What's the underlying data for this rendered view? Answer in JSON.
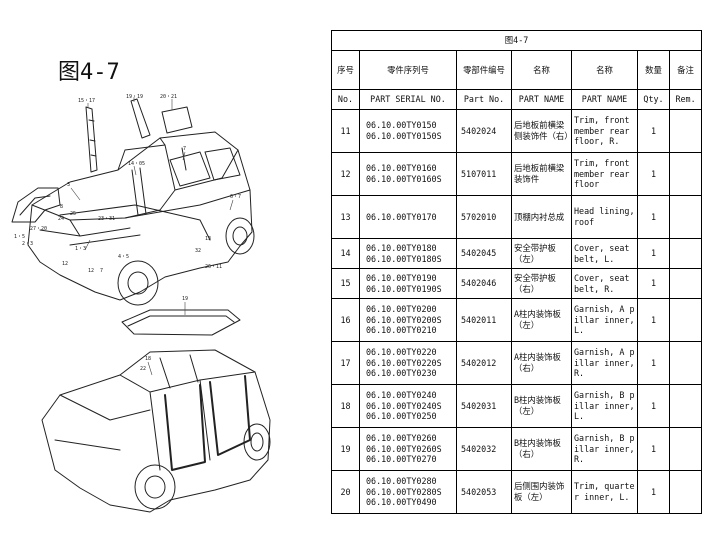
{
  "figure": {
    "label": "图4-7",
    "callouts": [
      "15・17",
      "19・19",
      "20・21",
      "14・05",
      "7",
      "6・7",
      "3",
      "8",
      "24",
      "1・5",
      "27・20",
      "25",
      "1・3",
      "23・31",
      "4・5",
      "7",
      "13",
      "12",
      "32",
      "26・11",
      "12",
      "2・3",
      "19",
      "18",
      "22"
    ]
  },
  "table": {
    "title": "图4-7",
    "header_cn": {
      "no": "序号",
      "serial": "零件序列号",
      "part_no": "零部件编号",
      "name_cn": "名称",
      "name_en": "名称",
      "qty": "数量",
      "rem": "备注"
    },
    "header_en": {
      "no": "No.",
      "serial": "PART SERIAL NO.",
      "part_no": "Part No.",
      "name_cn": "PART NAME",
      "name_en": "PART NAME",
      "qty": "Qty.",
      "rem": "Rem."
    },
    "rows": [
      {
        "no": "11",
        "serials": [
          "06.10.00TY0150",
          "06.10.00TY0150S"
        ],
        "part_no": "5402024",
        "name_cn": "后地板前横梁侧装饰件（右）",
        "name_en": "Trim, front member rear floor, R.",
        "qty": "1",
        "rem": ""
      },
      {
        "no": "12",
        "serials": [
          "06.10.00TY0160",
          "06.10.00TY0160S"
        ],
        "part_no": "5107011",
        "name_cn": "后地板前横梁装饰件",
        "name_en": "Trim, front member rear floor",
        "qty": "1",
        "rem": ""
      },
      {
        "no": "13",
        "serials": [
          "06.10.00TY0170"
        ],
        "part_no": "5702010",
        "name_cn": "顶棚内衬总成",
        "name_en": "Head lining, roof",
        "qty": "1",
        "rem": ""
      },
      {
        "no": "14",
        "serials": [
          "06.10.00TY0180",
          "06.10.00TY0180S"
        ],
        "part_no": "5402045",
        "name_cn": "安全带护板（左）",
        "name_en": "Cover, seat belt, L.",
        "qty": "1",
        "rem": ""
      },
      {
        "no": "15",
        "serials": [
          "06.10.00TY0190",
          "06.10.00TY0190S"
        ],
        "part_no": "5402046",
        "name_cn": "安全带护板（右）",
        "name_en": "Cover, seat belt, R.",
        "qty": "1",
        "rem": ""
      },
      {
        "no": "16",
        "serials": [
          "06.10.00TY0200",
          "06.10.00TY0200S",
          "06.10.00TY0210"
        ],
        "part_no": "5402011",
        "name_cn": "A柱内装饰板（左）",
        "name_en": "Garnish, A pillar inner, L.",
        "qty": "1",
        "rem": ""
      },
      {
        "no": "17",
        "serials": [
          "06.10.00TY0220",
          "06.10.00TY0220S",
          "06.10.00TY0230"
        ],
        "part_no": "5402012",
        "name_cn": "A柱内装饰板（右）",
        "name_en": "Garnish, A pillar inner, R.",
        "qty": "1",
        "rem": ""
      },
      {
        "no": "18",
        "serials": [
          "06.10.00TY0240",
          "06.10.00TY0240S",
          "06.10.00TY0250"
        ],
        "part_no": "5402031",
        "name_cn": "B柱内装饰板（左）",
        "name_en": "Garnish, B pillar inner, L.",
        "qty": "1",
        "rem": ""
      },
      {
        "no": "19",
        "serials": [
          "06.10.00TY0260",
          "06.10.00TY0260S",
          "06.10.00TY0270"
        ],
        "part_no": "5402032",
        "name_cn": "B柱内装饰板（右）",
        "name_en": "Garnish, B pillar inner, R.",
        "qty": "1",
        "rem": ""
      },
      {
        "no": "20",
        "serials": [
          "06.10.00TY0280",
          "06.10.00TY0280S",
          "06.10.00TY0490"
        ],
        "part_no": "5402053",
        "name_cn": "后侧围内装饰板（左）",
        "name_en": "Trim, quarter inner, L.",
        "qty": "1",
        "rem": ""
      }
    ]
  }
}
